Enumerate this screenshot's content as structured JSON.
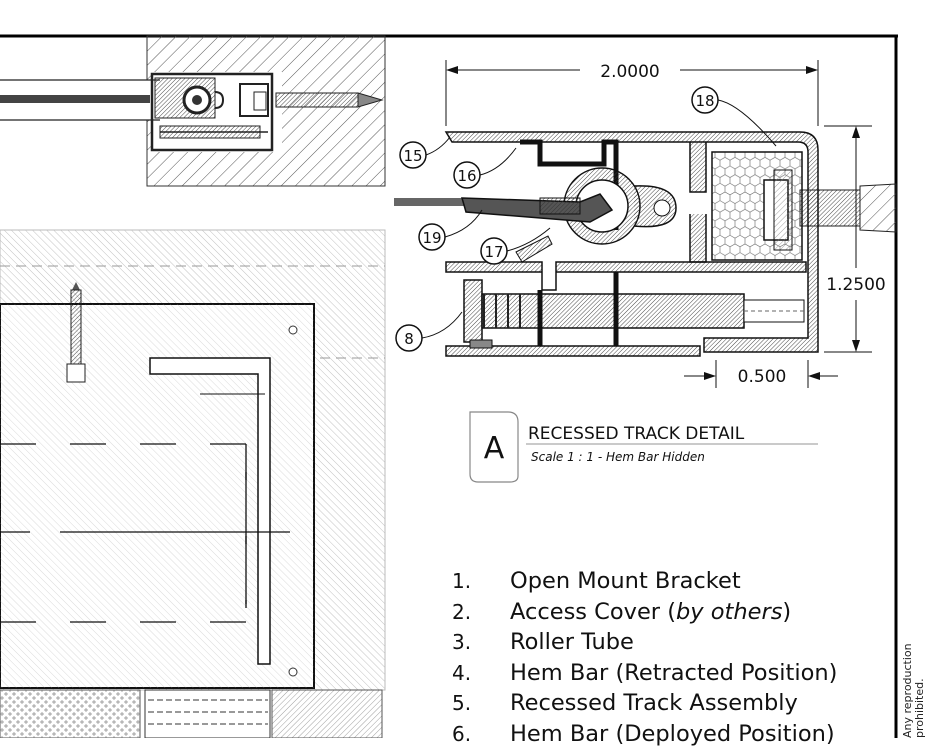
{
  "dimensions": {
    "width": "2.0000",
    "height": "1.2500",
    "offset": "0.500"
  },
  "callouts": [
    "18",
    "15",
    "16",
    "19",
    "17",
    "8"
  ],
  "detail": {
    "letter": "A",
    "title": "RECESSED TRACK DETAIL",
    "scale": "Scale 1 : 1",
    "note": "Hem Bar Hidden"
  },
  "parts": [
    {
      "num": "1.",
      "name": "Open Mount Bracket",
      "extra": ""
    },
    {
      "num": "2.",
      "name": "Access Cover (",
      "extra": "by others",
      "close": ")"
    },
    {
      "num": "3.",
      "name": "Roller Tube",
      "extra": ""
    },
    {
      "num": "4.",
      "name": "Hem Bar (Retracted Position)",
      "extra": ""
    },
    {
      "num": "5.",
      "name": "Recessed Track Assembly",
      "extra": ""
    },
    {
      "num": "6.",
      "name": "Hem Bar (Deployed Position)",
      "extra": ""
    }
  ],
  "side_note": [
    "Any reproduction",
    "prohibited."
  ]
}
